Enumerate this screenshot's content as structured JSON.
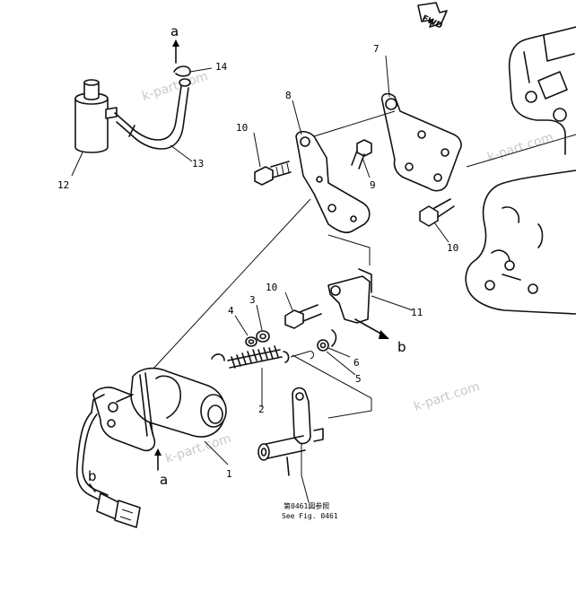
{
  "fwd_label": "FWD",
  "watermark": "k-part.com",
  "reference": {
    "line1": "第0461図参照",
    "line2": "See Fig. 0461"
  },
  "callouts": {
    "c1": "1",
    "c2": "2",
    "c3": "3",
    "c4": "4",
    "c5": "5",
    "c6": "6",
    "c7": "7",
    "c8": "8",
    "c9": "9",
    "c10a": "10",
    "c10b": "10",
    "c10c": "10",
    "c11": "11",
    "c12": "12",
    "c13": "13",
    "c14": "14"
  },
  "letters": {
    "a_top": "a",
    "a_bottom": "a",
    "b_right": "b",
    "b_left": "b"
  }
}
